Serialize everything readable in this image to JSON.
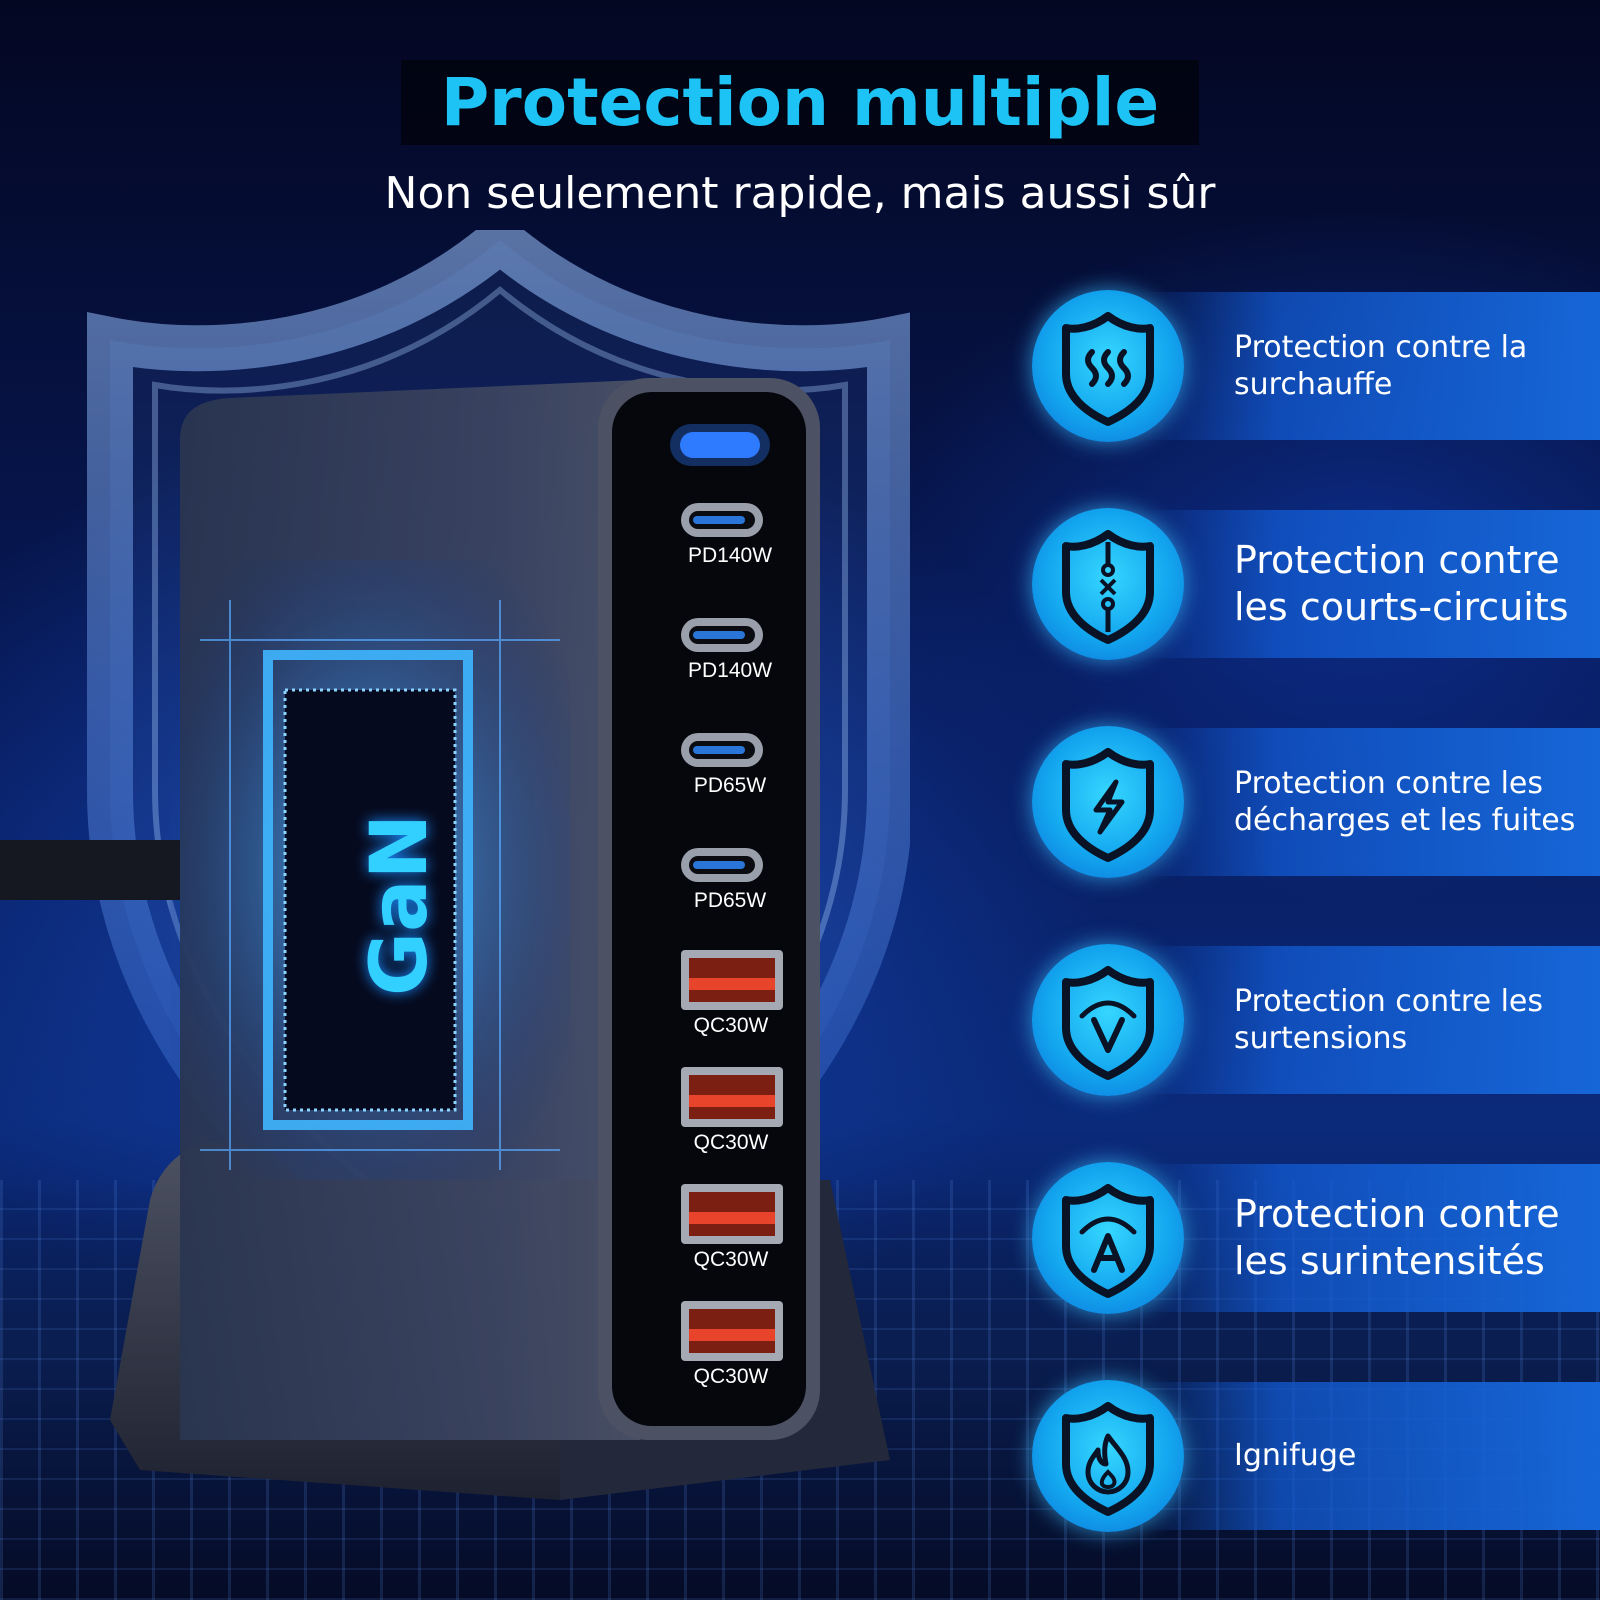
{
  "header": {
    "title": "Protection multiple",
    "subtitle": "Non seulement rapide, mais aussi sûr"
  },
  "charger": {
    "chip_label": "GaN",
    "ports": [
      {
        "type": "usb-c",
        "label": "PD140W"
      },
      {
        "type": "usb-c",
        "label": "PD140W"
      },
      {
        "type": "usb-c",
        "label": "PD65W"
      },
      {
        "type": "usb-c",
        "label": "PD65W"
      },
      {
        "type": "usb-a",
        "label": "QC30W"
      },
      {
        "type": "usb-a",
        "label": "QC30W"
      },
      {
        "type": "usb-a",
        "label": "QC30W"
      },
      {
        "type": "usb-a",
        "label": "QC30W"
      }
    ]
  },
  "features": [
    {
      "icon": "heat-waves-shield-icon",
      "line1": "Protection contre la",
      "line2": "surchauffe",
      "size": "small"
    },
    {
      "icon": "short-circuit-shield-icon",
      "line1": "Protection contre",
      "line2": "les courts-circuits",
      "size": "large"
    },
    {
      "icon": "lightning-shield-icon",
      "line1": "Protection contre les",
      "line2": "décharges et les fuites",
      "size": "small"
    },
    {
      "icon": "voltage-shield-icon",
      "line1": "Protection contre les",
      "line2": "surtensions",
      "size": "small"
    },
    {
      "icon": "current-shield-icon",
      "line1": "Protection contre",
      "line2": "les surintensités",
      "size": "large"
    },
    {
      "icon": "flame-shield-icon",
      "line1": "Ignifuge",
      "line2": "",
      "size": "small"
    }
  ],
  "colors": {
    "accent": "#1ec3f5",
    "usb_c_port": "#2a76d8",
    "usb_a_port": "#e8442c",
    "led": "#2f7bff"
  }
}
